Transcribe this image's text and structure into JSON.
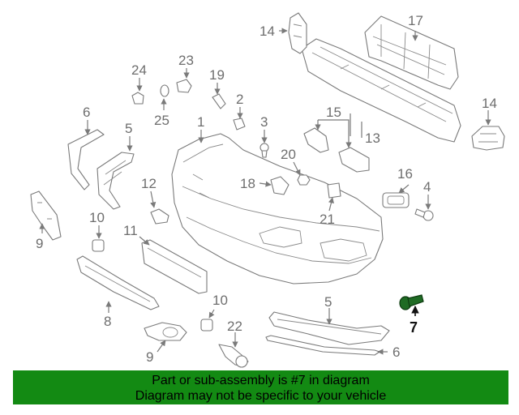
{
  "callouts": {
    "c1": "1",
    "c2": "2",
    "c3": "3",
    "c4": "4",
    "c5a": "5",
    "c5b": "5",
    "c6a": "6",
    "c6b": "6",
    "c7": "7",
    "c9a": "9",
    "c9b": "9",
    "c10a": "10",
    "c10b": "10",
    "c11": "11",
    "c12": "12",
    "c13": "13",
    "c14a": "14",
    "c14b": "14",
    "c15": "15",
    "c16": "16",
    "c17": "17",
    "c18": "18",
    "c19": "19",
    "c20": "20",
    "c21": "21",
    "c22": "22",
    "c23": "23",
    "c24": "24",
    "c25": "25",
    "c8": "8"
  },
  "banner": {
    "line1": "Part or sub-assembly is #7 in diagram",
    "line2": "Diagram may not be specific to your vehicle"
  },
  "colors": {
    "banner_bg": "#138a13",
    "highlight_part": "#1f6b24",
    "line_art": "#7a7a7a"
  }
}
